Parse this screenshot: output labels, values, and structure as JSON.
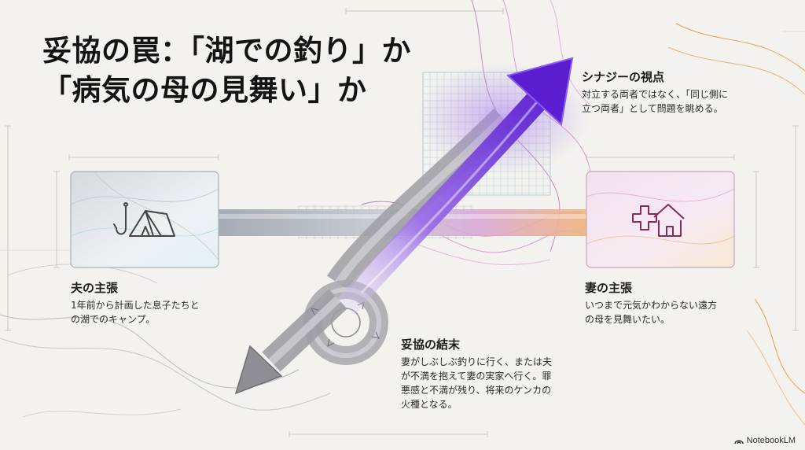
{
  "title": {
    "line1": "妥協の罠：「湖での釣り」か",
    "line2": "「病気の母の見舞い」か"
  },
  "husband": {
    "heading": "夫の主張",
    "body_line1": "1年前から計画した息子たちと",
    "body_line2": "の湖でのキャンプ。",
    "icons": [
      "fishing-hook-icon",
      "tent-icon"
    ]
  },
  "wife": {
    "heading": "妻の主張",
    "body_line1": "いつまで元気かわからない遠方",
    "body_line2": "の母を見舞いたい。",
    "icons": [
      "medical-cross-icon",
      "house-icon"
    ]
  },
  "compromise": {
    "heading": "妥協の結末",
    "body_line1": "妻がしぶしぶ釣りに行く、または夫",
    "body_line2": "が不満を抱えて妻の実家へ行く。罪",
    "body_line3": "悪感と不満が残り、将来のケンカの",
    "body_line4": "火種となる。"
  },
  "synergy": {
    "heading": "シナジーの視点",
    "body_line1": "対立する両者ではなく、「同じ側に",
    "body_line2": "立つ両者」として問題を眺める。"
  },
  "watermark": "NotebookLM",
  "colors": {
    "background": "#f3f2ee",
    "synergy_arrow": "#6b2fd6",
    "compromise_arrow": "#a9a9ad",
    "husband_accent": "#8fc3d8",
    "wife_accent": "#c45a9a",
    "wife_icon": "#8a2a5a",
    "orange_lines": "#e4a15c"
  }
}
